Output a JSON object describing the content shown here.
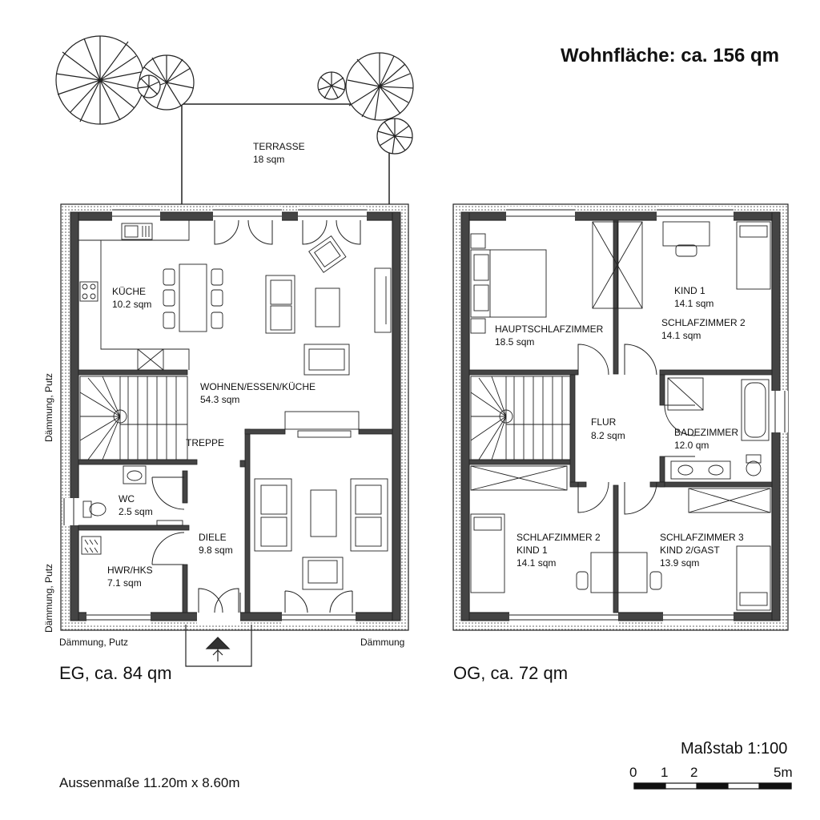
{
  "header": {
    "living_area": "Wohnfläche: ca. 156 qm"
  },
  "ground_floor": {
    "label": "EG, ca. 84 qm",
    "terrace": {
      "name": "TERRASSE",
      "area": "18 sqm"
    },
    "rooms": {
      "kitchen": {
        "name": "KÜCHE",
        "area": "10.2 sqm"
      },
      "living": {
        "name": "WOHNEN/ESSEN/KÜCHE",
        "area": "54.3 sqm"
      },
      "stairs": {
        "name": "TREPPE"
      },
      "wc": {
        "name": "WC",
        "area": "2.5 sqm"
      },
      "hall": {
        "name": "DIELE",
        "area": "9.8 sqm"
      },
      "utility": {
        "name": "HWR/HKS",
        "area": "7.1 sqm"
      }
    },
    "annotations": {
      "insulation_left_upper": "Dämmung, Putz",
      "insulation_left_lower": "Dämmung, Putz",
      "insulation_bottom_left": "Dämmung, Putz",
      "insulation_bottom_right": "Dämmung"
    }
  },
  "upper_floor": {
    "label": "OG, ca. 72 qm",
    "rooms": {
      "master": {
        "name": "HAUPTSCHLAFZIMMER",
        "area": "18.5 sqm"
      },
      "kind1_top": {
        "name": "KIND 1",
        "area": "14.1 sqm"
      },
      "schlaf2_top": {
        "name": "SCHLAFZIMMER 2",
        "area": "14.1 sqm"
      },
      "hall": {
        "name": "FLUR",
        "area": "8.2 sqm"
      },
      "bath": {
        "name": "BADEZIMMER",
        "area": "12.0 qm"
      },
      "schlaf2": {
        "name": "SCHLAFZIMMER 2",
        "sub": "KIND 1",
        "area": "14.1 sqm"
      },
      "schlaf3": {
        "name": "SCHLAFZIMMER 3",
        "sub": "KIND 2/GAST",
        "area": "13.9 sqm"
      }
    }
  },
  "footer": {
    "dimensions": "Aussenmaße 11.20m x 8.60m",
    "scale": "Maßstab 1:100",
    "scale_ticks": [
      "0",
      "1",
      "2",
      "5m"
    ]
  }
}
